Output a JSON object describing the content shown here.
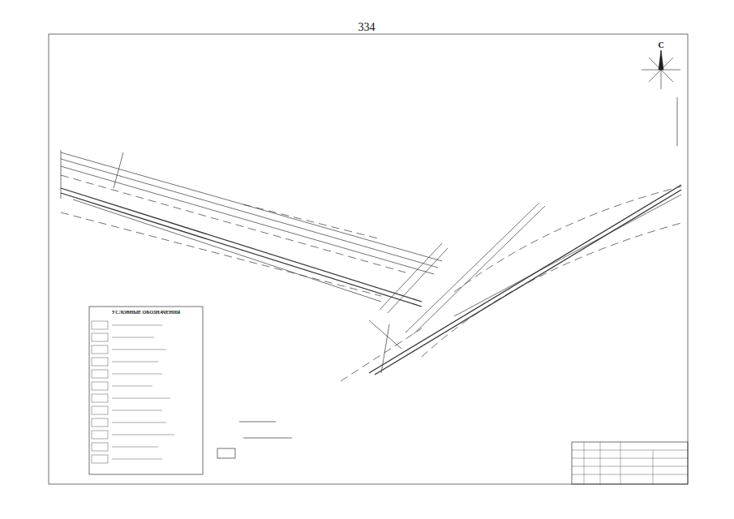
{
  "diagram": {
    "labels": [
      "334",
      "С",
      "УСЛОВНЫЕ ОБОЗНАЧЕНИЯ"
    ]
  }
}
